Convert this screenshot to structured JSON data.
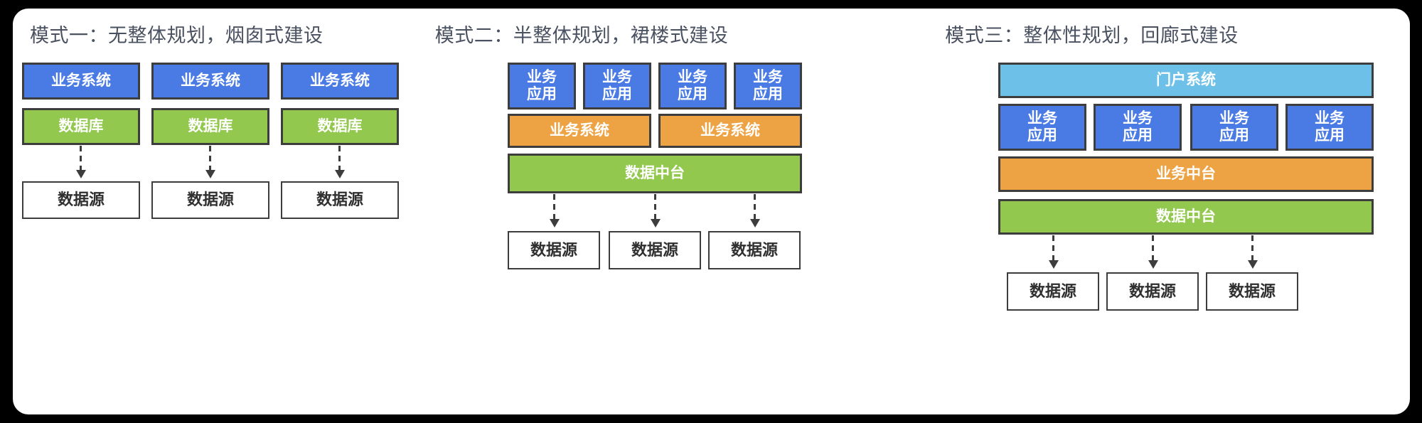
{
  "diagram": {
    "background_color": "#000000",
    "card_color": "#ffffff",
    "palette": {
      "blue": "#4a7ae4",
      "light_blue": "#6dc0e8",
      "green": "#93c84f",
      "orange": "#eda344",
      "border": "#3d3d3d",
      "title_text": "#4a5160"
    }
  },
  "panels": [
    {
      "id": "panel-1",
      "title": "模式一：无整体规划，烟囱式建设",
      "systems": [
        "业务系统",
        "业务系统",
        "业务系统"
      ],
      "databases": [
        "数据库",
        "数据库",
        "数据库"
      ],
      "sources": [
        "数据源",
        "数据源",
        "数据源"
      ]
    },
    {
      "id": "panel-2",
      "title": "模式二：半整体规划，裙楼式建设",
      "apps": [
        "业务\n应用",
        "业务\n应用",
        "业务\n应用",
        "业务\n应用"
      ],
      "systems": [
        "业务系统",
        "业务系统"
      ],
      "platform": "数据中台",
      "sources": [
        "数据源",
        "数据源",
        "数据源"
      ]
    },
    {
      "id": "panel-3",
      "title": "模式三：整体性规划，回廊式建设",
      "portal": "门户系统",
      "apps": [
        "业务\n应用",
        "业务\n应用",
        "业务\n应用",
        "业务\n应用"
      ],
      "business_platform": "业务中台",
      "data_platform": "数据中台",
      "sources": [
        "数据源",
        "数据源",
        "数据源"
      ]
    }
  ]
}
